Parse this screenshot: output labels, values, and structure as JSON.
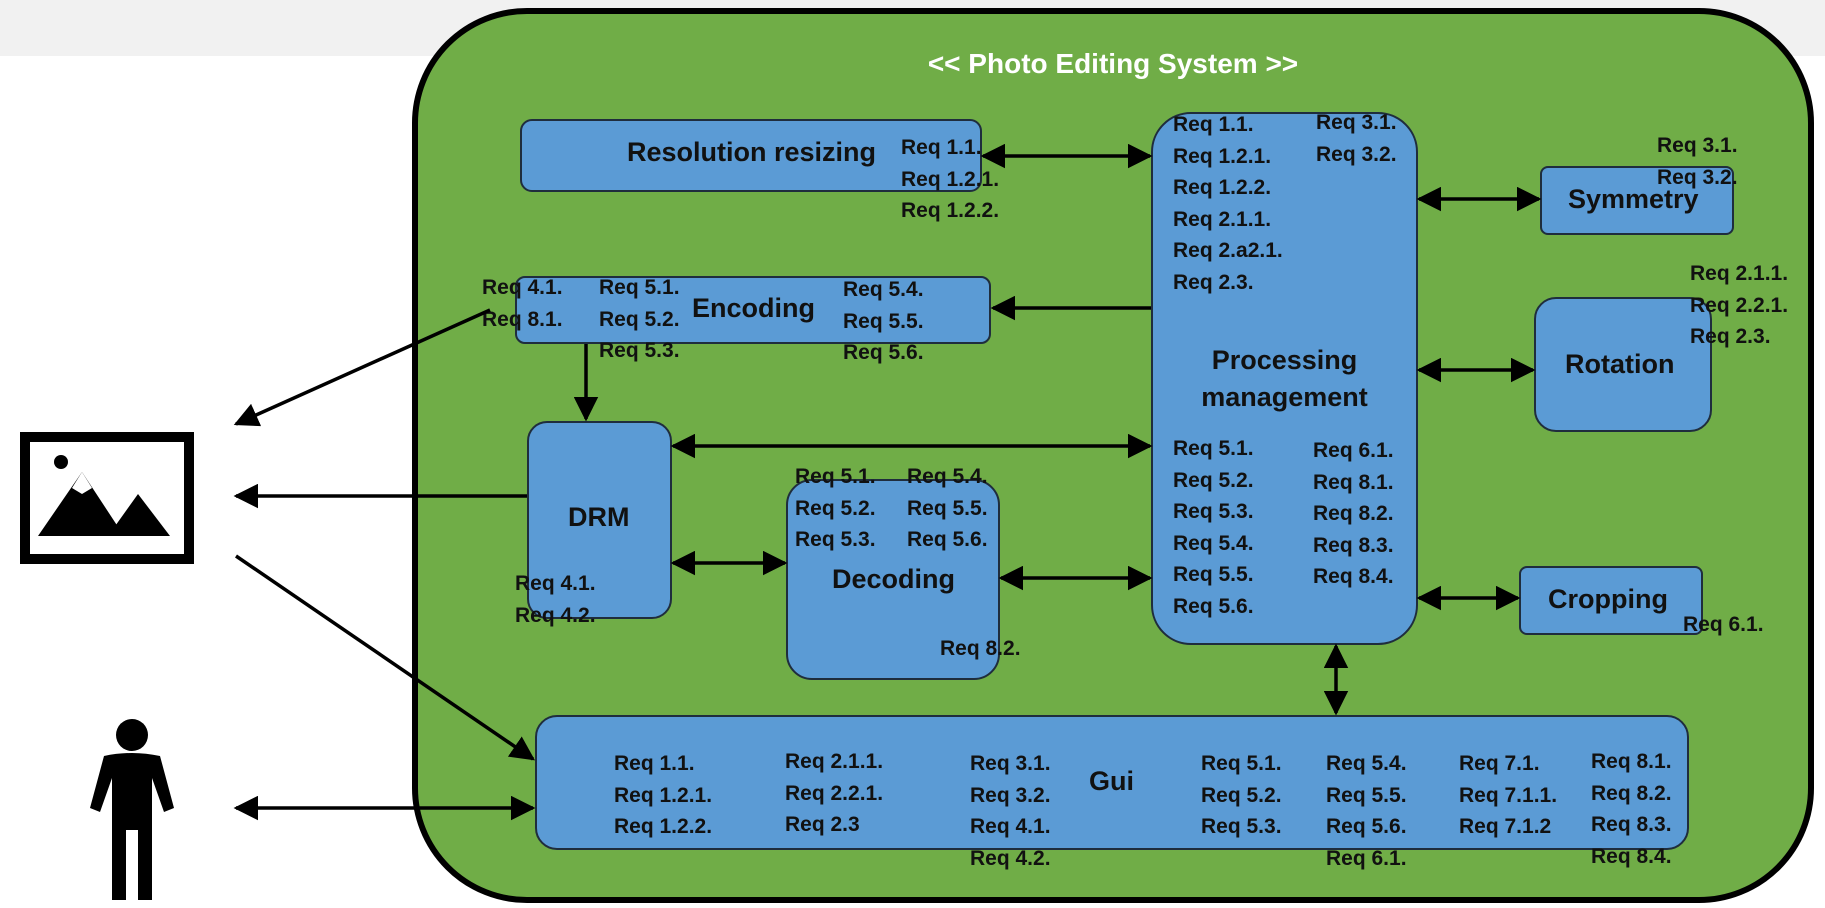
{
  "title": "<< Photo Editing System >>",
  "components": {
    "resolution": {
      "label": "Resolution resizing",
      "reqs": [
        "Req 1.1.",
        "Req 1.2.1.",
        "Req 1.2.2."
      ]
    },
    "encoding": {
      "label": "Encoding",
      "reqs_left": [
        "Req 4.1.",
        "Req 8.1."
      ],
      "reqs_mid": [
        "Req 5.1.",
        "Req 5.2.",
        "Req 5.3."
      ],
      "reqs_right": [
        "Req 5.4.",
        "Req 5.5.",
        "Req 5.6."
      ]
    },
    "drm": {
      "label": "DRM",
      "reqs": [
        "Req 4.1.",
        "Req 4.2."
      ]
    },
    "decoding": {
      "label": "Decoding",
      "reqs_left": [
        "Req 5.1.",
        "Req 5.2.",
        "Req 5.3."
      ],
      "reqs_right": [
        "Req 5.4.",
        "Req 5.5.",
        "Req 5.6."
      ],
      "reqs_bottom": [
        "Req 8.2."
      ]
    },
    "processing": {
      "label_line1": "Processing",
      "label_line2": "management",
      "top_left": [
        "Req 1.1.",
        "Req 1.2.1.",
        "Req 1.2.2.",
        "Req 2.1.1.",
        "Req 2.a2.1.",
        "Req 2.3."
      ],
      "top_right": [
        "Req 3.1.",
        "Req 3.2."
      ],
      "bottom_left": [
        "Req 5.1.",
        "Req 5.2.",
        "Req 5.3.",
        "Req 5.4.",
        "Req 5.5.",
        "Req 5.6."
      ],
      "bottom_right": [
        "Req 6.1.",
        "Req 8.1.",
        "Req 8.2.",
        "Req 8.3.",
        "Req 8.4."
      ]
    },
    "symmetry": {
      "label": "Symmetry",
      "reqs": [
        "Req 3.1.",
        "Req 3.2."
      ]
    },
    "rotation": {
      "label": "Rotation",
      "reqs": [
        "Req 2.1.1.",
        "Req 2.2.1.",
        "Req 2.3."
      ]
    },
    "cropping": {
      "label": "Cropping",
      "reqs": [
        "Req 6.1."
      ]
    },
    "gui": {
      "label": "Gui",
      "col1": [
        "Req 1.1.",
        "Req 1.2.1.",
        "Req 1.2.2."
      ],
      "col2": [
        "Req 2.1.1.",
        "Req 2.2.1.",
        "Req 2.3"
      ],
      "col3": [
        "Req 3.1.",
        "Req 3.2.",
        "Req 4.1.",
        "Req 4.2."
      ],
      "col4": [
        "Req 5.1.",
        "Req 5.2.",
        "Req 5.3."
      ],
      "col5": [
        "Req 5.4.",
        "Req 5.5.",
        "Req 5.6.",
        "Req 6.1."
      ],
      "col6": [
        "Req 7.1.",
        "Req 7.1.1.",
        "Req 7.1.2"
      ],
      "col7": [
        "Req 8.1.",
        "Req 8.2.",
        "Req 8.3.",
        "Req 8.4."
      ]
    }
  },
  "actors": {
    "image": "image-icon",
    "user": "user-icon"
  },
  "colors": {
    "system": "#70ad47",
    "component": "#5b9bd5",
    "title": "#ffffff"
  }
}
